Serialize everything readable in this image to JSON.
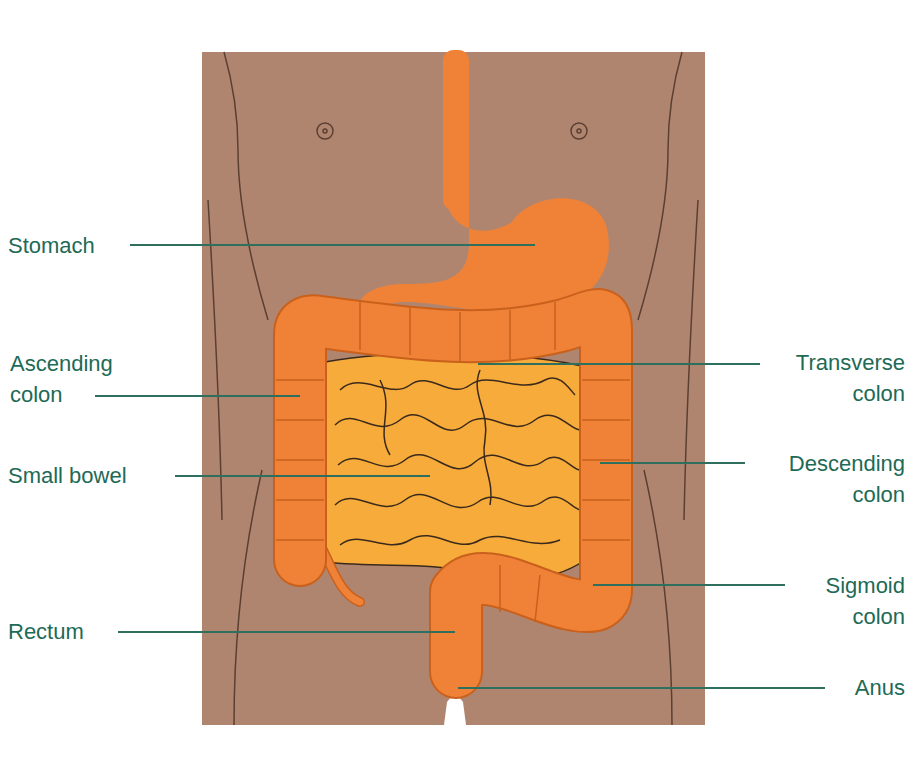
{
  "diagram": {
    "labels": [
      "Stomach",
      "Ascending colon",
      "Small bowel",
      "Rectum",
      "Transverse colon",
      "Descending colon",
      "Sigmoid colon",
      "Anus"
    ]
  }
}
